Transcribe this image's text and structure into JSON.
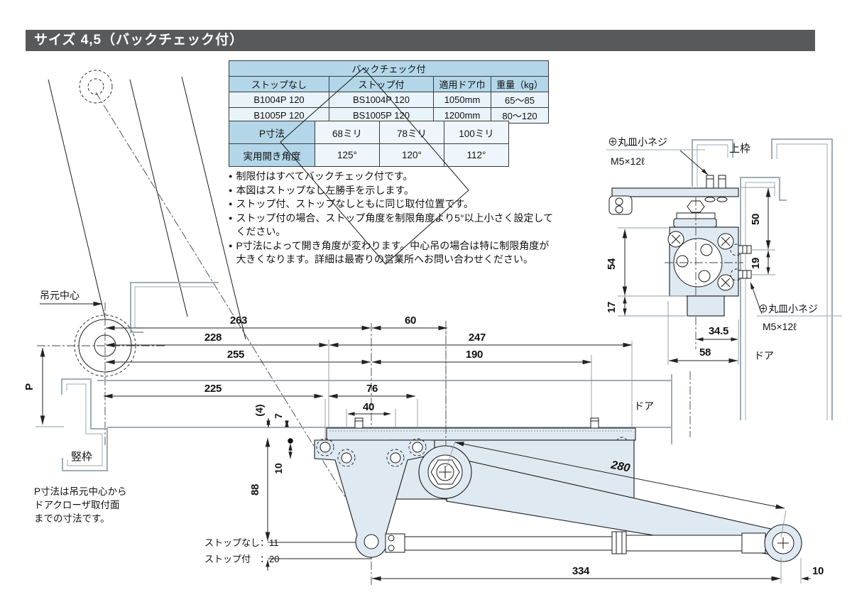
{
  "title": "サイズ 4,5（バックチェック付）",
  "bullet_char": "●",
  "table1": {
    "header": "バックチェック付",
    "columns": [
      "ストップなし",
      "ストップ付",
      "適用ドア巾",
      "重量（kg）"
    ],
    "rows": [
      [
        "B1004P 120",
        "BS1004P 120",
        "1050mm",
        "65～85"
      ],
      [
        "B1005P 120",
        "BS1005P 120",
        "1200mm",
        "80～120"
      ]
    ]
  },
  "table2": {
    "rows": [
      {
        "label": "P寸法",
        "values": [
          "68ミリ",
          "78ミリ",
          "100ミリ"
        ]
      },
      {
        "label": "実用開き角度",
        "values": [
          "125°",
          "120°",
          "112°"
        ]
      }
    ]
  },
  "notes": [
    "制限付はすべてバックチェック付です。",
    "本図はストップなし左勝手を示します。",
    "ストップ付、ストップなしともに同じ取付位置です。",
    "ストップ付の場合、ストップ角度を制限角度より5°以上小さく設定してください。",
    "P寸法によって開き角度が変わります。中心吊の場合は特に制限角度が大きくなります。詳細は最寄りの営業所へお問い合わせください。"
  ],
  "main_view": {
    "hinge_center_label": "吊元中心",
    "p_label": "P",
    "vertical_frame_label": "竪枠",
    "door_label": "ドア",
    "p_note": [
      "P寸法は吊元中心から",
      "ドアクローザ取付面",
      "までの寸法です。"
    ],
    "stop_none_label": "ストップなし：11",
    "stop_with_label": "ストップ付　：20",
    "dims": {
      "d263": "263",
      "d60": "60",
      "d228": "228",
      "d247": "247",
      "d255": "255",
      "d190": "190",
      "d225": "225",
      "d76": "76",
      "d40": "40",
      "d4": "(4)",
      "d7": "7",
      "d10": "10",
      "d88": "88",
      "d334": "334",
      "d10b": "10",
      "d280": "280"
    }
  },
  "detail_view": {
    "top_frame_label": "上枠",
    "door_label": "ドア",
    "screw_label_top": "⊕丸皿小ネジ",
    "screw_size_top": "M5×12ℓ",
    "screw_label_right": "⊕丸皿小ネジ",
    "screw_size_right": "M5×12ℓ",
    "dims": {
      "d50": "50",
      "d19": "19",
      "d54": "54",
      "d17": "17",
      "d345": "34.5",
      "d58": "58"
    }
  },
  "colors": {
    "title_bar": "#58595b",
    "table_header": "#b3d7e9",
    "table_cell": "#e9f3fa",
    "body_fill": "#dfe9f2",
    "frame_gray": "#9fadb8"
  }
}
